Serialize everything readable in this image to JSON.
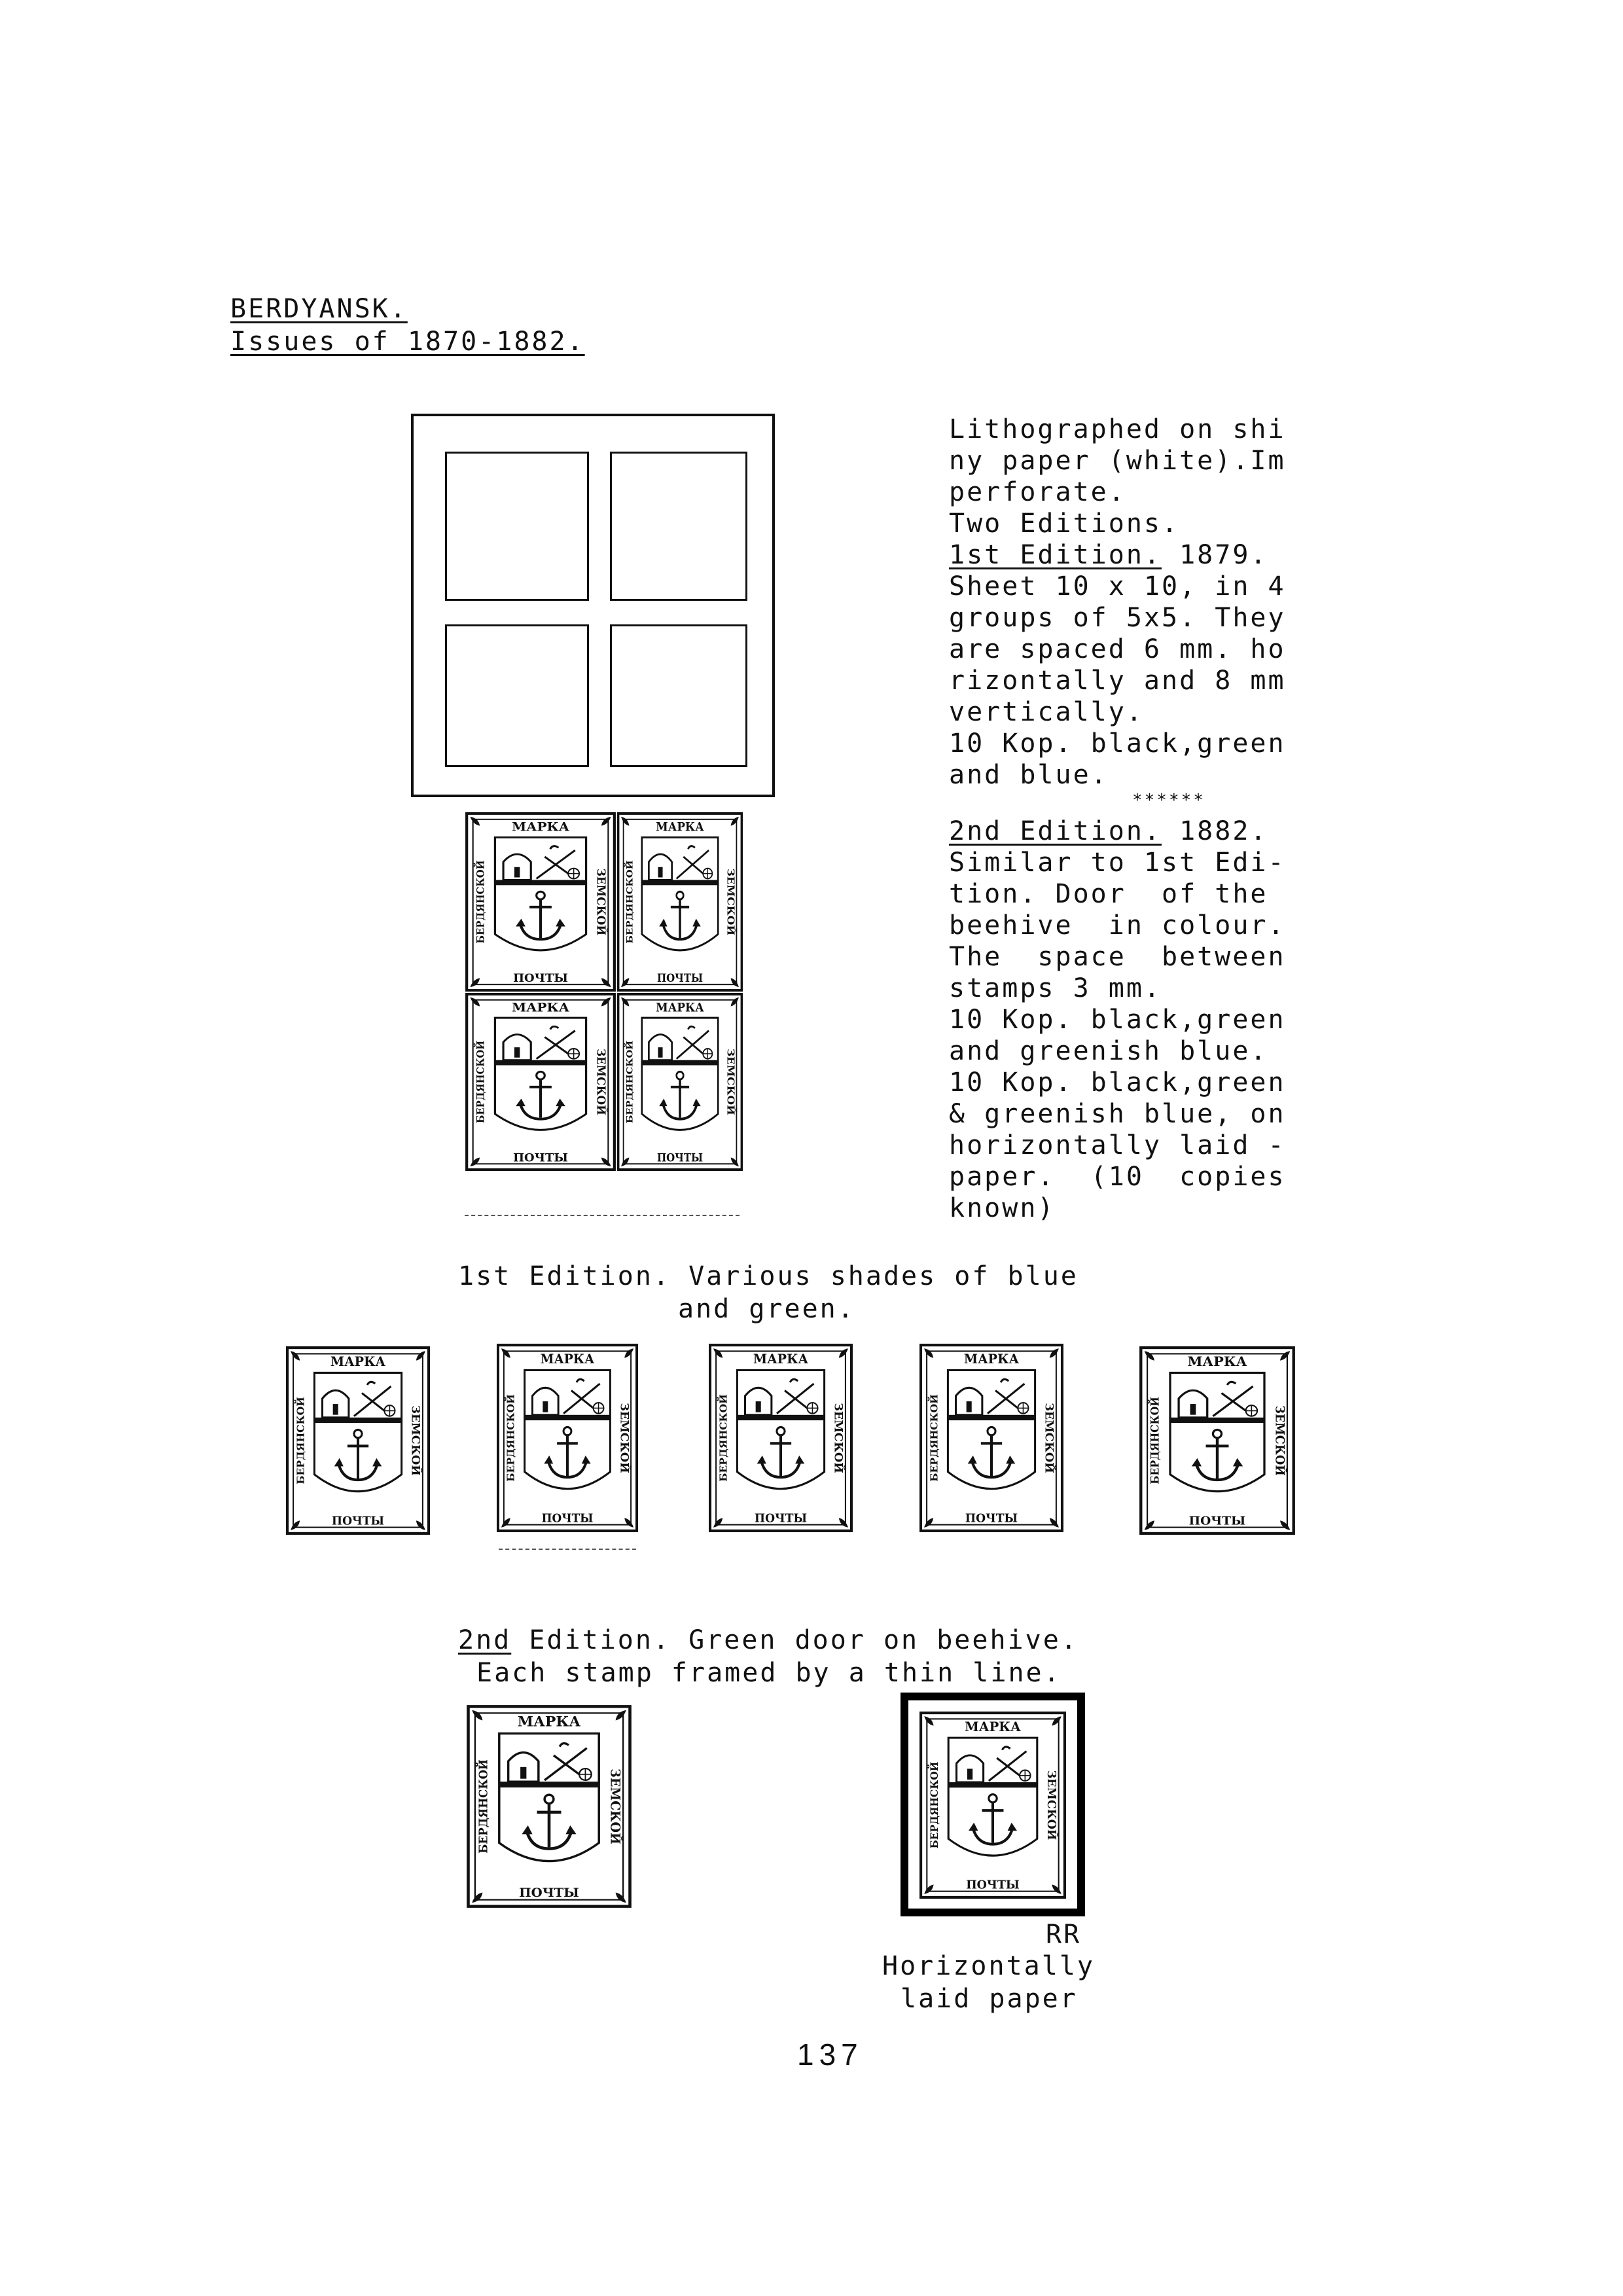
{
  "header": {
    "title": "BERDYANSK.",
    "subtitle": "Issues of 1870-1882."
  },
  "description": {
    "lines": [
      "Lithographed on shi",
      "ny paper (white).Im",
      "perforate.",
      "Two Editions."
    ],
    "ed1_heading": "1st Edition.",
    "ed1_year": " 1879.",
    "ed1_lines": [
      "Sheet 10 x 10, in 4",
      "groups of 5x5. They",
      "are spaced 6 mm. ho",
      "rizontally and 8 mm",
      "vertically.",
      "10 Kop. black,green",
      "and blue."
    ],
    "separator": "******",
    "ed2_heading": "2nd Edition.",
    "ed2_year": " 1882.",
    "ed2_lines": [
      "Similar to 1st Edi-",
      "tion. Door  of the",
      "beehive  in colour.",
      "The  space  between",
      "stamps 3 mm.",
      "10 Kop. black,green",
      "and greenish blue.",
      "10 Kop. black,green",
      "& greenish blue, on",
      "horizontally laid -",
      "paper.  (10  copies",
      "known)"
    ]
  },
  "stamp_text": {
    "top": "МАРКА",
    "left": "БЕРДЯНСКОЙ",
    "right": "ЗЕМСКОЙ",
    "bottom": "ПОЧТЫ"
  },
  "captions": {
    "ed1_line1": "1st Edition. Various shades of blue",
    "ed1_line2": "and green.",
    "ed2_line1": "2nd Edition. Green door on beehive.",
    "ed2_line2": "Each stamp framed by a thin line.",
    "rarity": "RR",
    "laid1": "Horizontally",
    "laid2": "laid paper"
  },
  "page_number": "137"
}
